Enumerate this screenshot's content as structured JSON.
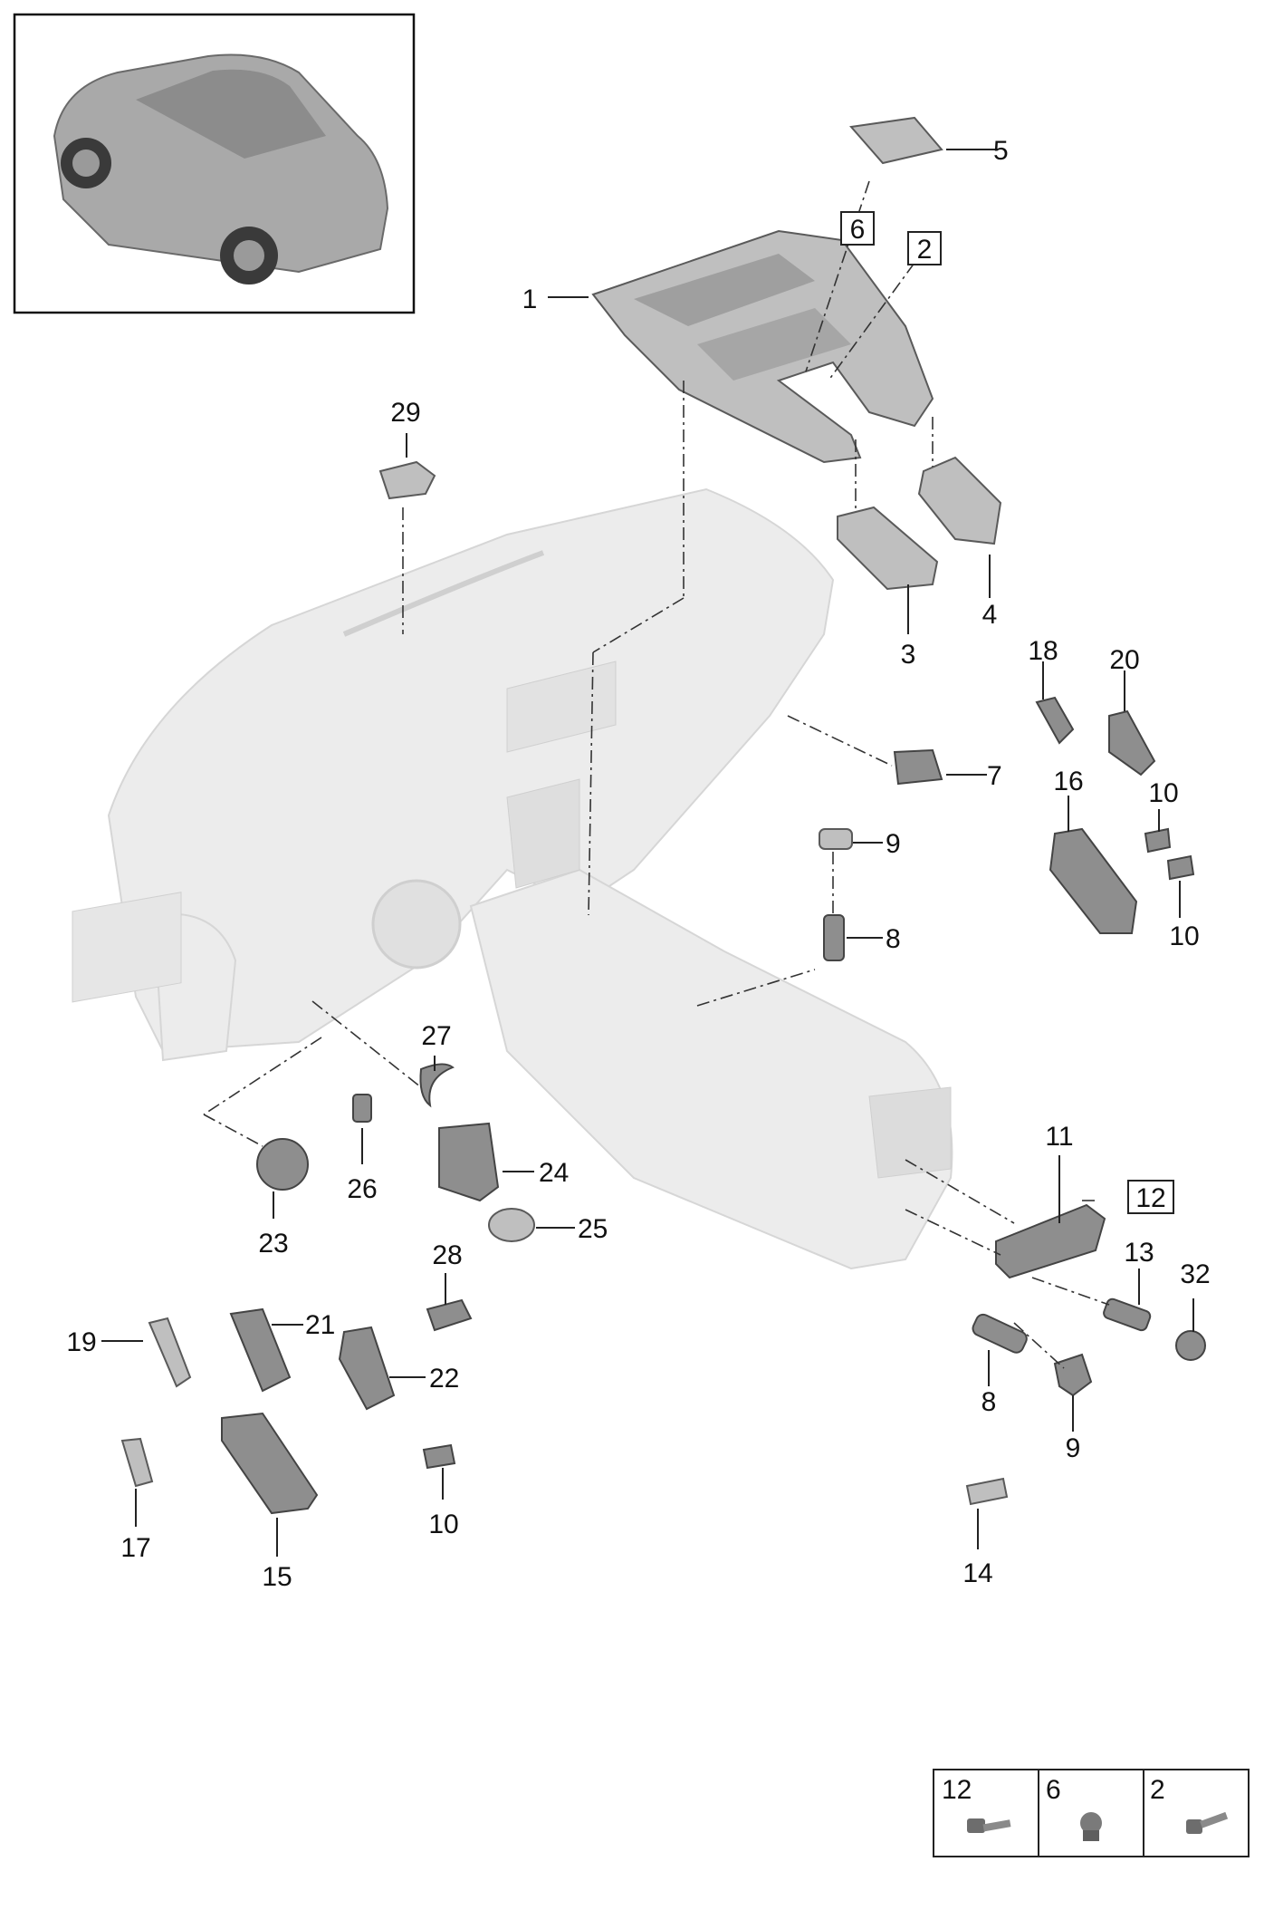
{
  "callouts": [
    {
      "id": "c1",
      "text": "1"
    },
    {
      "id": "c2",
      "text": "2",
      "boxed": true
    },
    {
      "id": "c3",
      "text": "3"
    },
    {
      "id": "c4",
      "text": "4"
    },
    {
      "id": "c5",
      "text": "5"
    },
    {
      "id": "c6",
      "text": "6",
      "boxed": true
    },
    {
      "id": "c7",
      "text": "7"
    },
    {
      "id": "c8a",
      "text": "8"
    },
    {
      "id": "c8b",
      "text": "8"
    },
    {
      "id": "c9a",
      "text": "9"
    },
    {
      "id": "c9b",
      "text": "9"
    },
    {
      "id": "c10a",
      "text": "10"
    },
    {
      "id": "c10b",
      "text": "10"
    },
    {
      "id": "c10c",
      "text": "10"
    },
    {
      "id": "c11",
      "text": "11"
    },
    {
      "id": "c12",
      "text": "12",
      "boxed": true
    },
    {
      "id": "c13",
      "text": "13"
    },
    {
      "id": "c14",
      "text": "14"
    },
    {
      "id": "c15",
      "text": "15"
    },
    {
      "id": "c16",
      "text": "16"
    },
    {
      "id": "c17",
      "text": "17"
    },
    {
      "id": "c18",
      "text": "18"
    },
    {
      "id": "c19",
      "text": "19"
    },
    {
      "id": "c20",
      "text": "20"
    },
    {
      "id": "c21",
      "text": "21"
    },
    {
      "id": "c22",
      "text": "22"
    },
    {
      "id": "c23",
      "text": "23"
    },
    {
      "id": "c24",
      "text": "24"
    },
    {
      "id": "c25",
      "text": "25"
    },
    {
      "id": "c26",
      "text": "26"
    },
    {
      "id": "c27",
      "text": "27"
    },
    {
      "id": "c28",
      "text": "28"
    },
    {
      "id": "c29",
      "text": "29"
    },
    {
      "id": "c32",
      "text": "32"
    }
  ],
  "legend": [
    {
      "id": "l12",
      "text": "12"
    },
    {
      "id": "l6",
      "text": "6"
    },
    {
      "id": "l2",
      "text": "2"
    }
  ],
  "colors": {
    "line": "#222222",
    "part": "#bfbfbf",
    "dashboard": "#ececec"
  }
}
